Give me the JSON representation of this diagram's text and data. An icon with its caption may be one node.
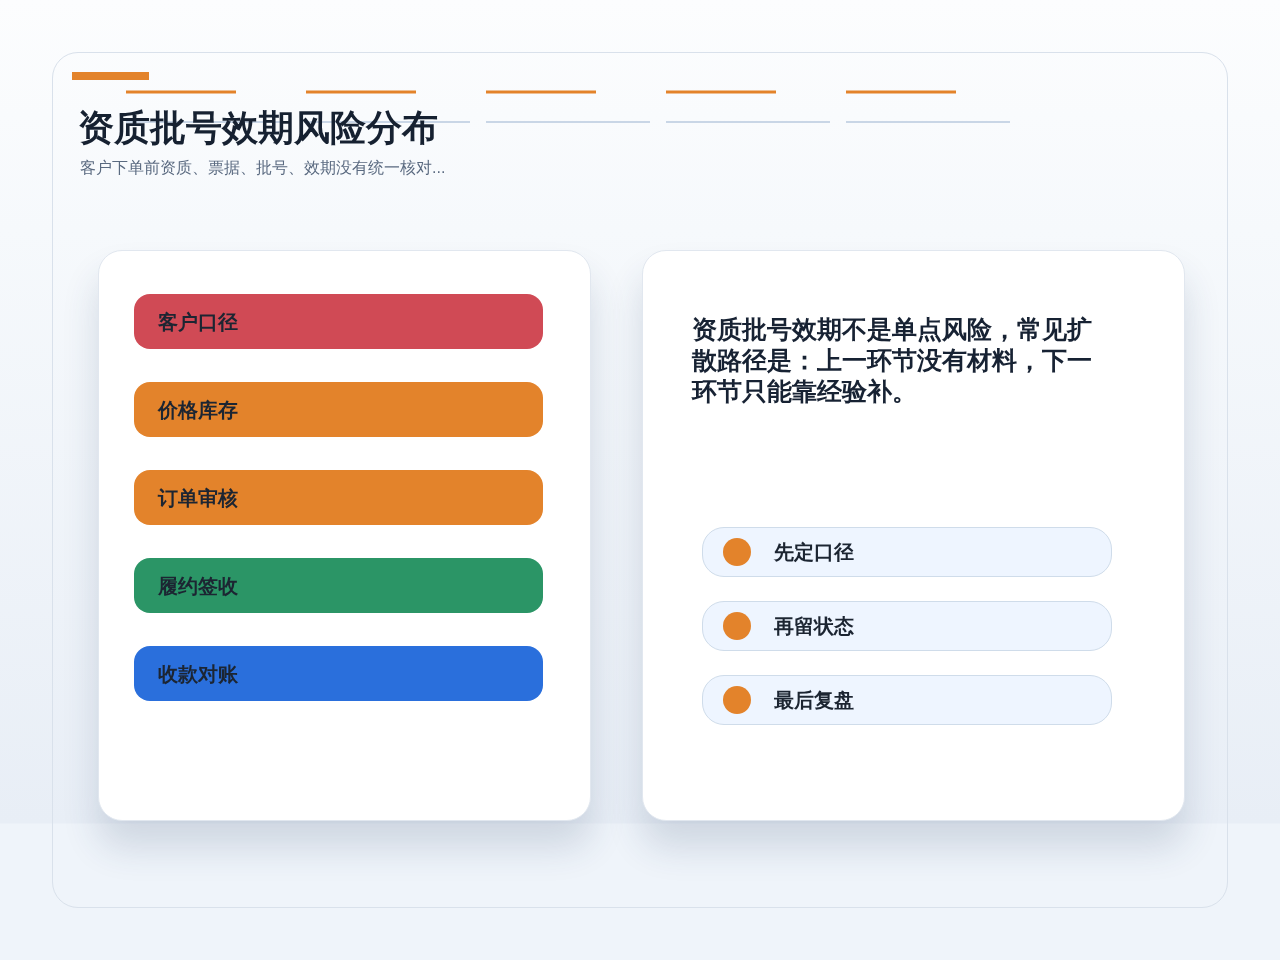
{
  "diagram": {
    "title": "资质批号效期风险分布",
    "nodes": [
      {
        "text": [],
        "shape": "box"
      },
      {
        "text": [
          "客户口径"
        ],
        "in": 0
      },
      {
        "text": [
          "价格库存"
        ],
        "in": 0
      },
      {
        "text": [
          "订单审核"
        ],
        "in": 0
      },
      {
        "text": [
          "履约签收"
        ],
        "in": 0
      },
      {
        "text": [
          "收款对账"
        ],
        "in": 0
      },
      {
        "text": [
          "资质批号效期不是单点风险，常见扩散路径是：上一环节没有材料，下一环节只能靠经验补。"
        ]
      },
      {
        "text": [
          "先定口径"
        ],
        "in": 6
      },
      {
        "text": [
          "再留状态"
        ],
        "in": 6
      },
      {
        "text": [
          "最后复盘"
        ],
        "in": 6
      }
    ],
    "labels": [
      "客户下单前资质、票据、批号、效期没有统一核对..."
    ]
  }
}
